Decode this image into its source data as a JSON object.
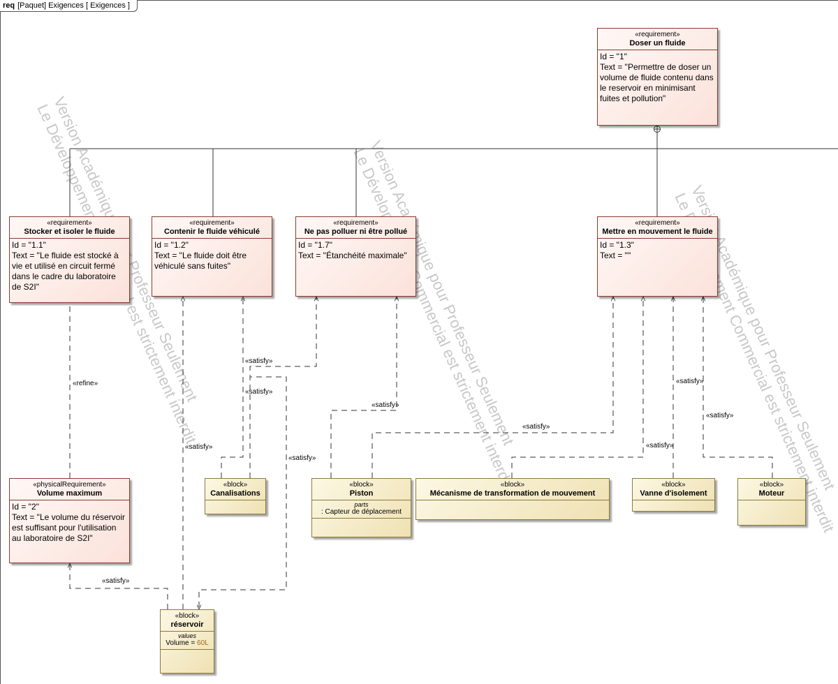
{
  "diagram": {
    "frame_type": "req",
    "frame_title": "[Paquet] Exigences [ Exigences ]",
    "watermark_line1": "Version Académique pour Professeur Seulement",
    "watermark_line2": "Le Développement Commercial est strictement interdit"
  },
  "requirements": [
    {
      "key": "r1",
      "stereotype": "«requirement»",
      "name": "Doser un fluide",
      "id_text": "Id = \"1\"",
      "text": "Text = \"Permettre de doser un volume de fluide contenu dans le reservoir en minimisant fuites et pollution\""
    },
    {
      "key": "r11",
      "stereotype": "«requirement»",
      "name": "Stocker et isoler le fluide",
      "id_text": "Id = \"1.1\"",
      "text": "Text = \"Le fluide est stocké à vie et utilisé en circuit fermé dans le cadre du laboratoire de S2I\""
    },
    {
      "key": "r12",
      "stereotype": "«requirement»",
      "name": "Contenir le fluide véhiculé",
      "id_text": "Id = \"1.2\"",
      "text": "Text = \"Le fluide doit être véhiculé sans fuites\""
    },
    {
      "key": "r17",
      "stereotype": "«requirement»",
      "name": "Ne pas polluer ni être pollué",
      "id_text": "Id = \"1.7\"",
      "text": "Text = \"Étanchéité maximale\""
    },
    {
      "key": "r13",
      "stereotype": "«requirement»",
      "name": "Mettre en mouvement le fluide",
      "id_text": "Id = \"1.3\"",
      "text": "Text = \"\""
    },
    {
      "key": "r2",
      "stereotype": "«physicalRequirement»",
      "name": "Volume maximum",
      "id_text": "Id = \"2\"",
      "text": "Text = \"Le volume du réservoir est suffisant pour l'utilisation au laboratoire de S2I\""
    }
  ],
  "blocks": [
    {
      "key": "canal",
      "stereotype": "«block»",
      "name": "Canalisations"
    },
    {
      "key": "piston",
      "stereotype": "«block»",
      "name": "Piston",
      "section_label": "parts",
      "section_item": ": Capteur de déplacement"
    },
    {
      "key": "meca",
      "stereotype": "«block»",
      "name": "Mécanisme de transformation de mouvement"
    },
    {
      "key": "vanne",
      "stereotype": "«block»",
      "name": "Vanne d'isolement"
    },
    {
      "key": "moteur",
      "stereotype": "«block»",
      "name": "Moteur"
    },
    {
      "key": "reservoir",
      "stereotype": "«block»",
      "name": "réservoir",
      "section_label": "values",
      "value_name": "Volume = ",
      "value": "60L"
    }
  ],
  "relations": [
    {
      "key": "refine1",
      "type": "refine",
      "label": "«refine»",
      "from": "Volume maximum",
      "to": "Stocker et isoler le fluide"
    },
    {
      "key": "sat_canal_r12",
      "type": "satisfy",
      "label": "«satisfy»",
      "from": "Canalisations",
      "to": "Contenir le fluide véhiculé"
    },
    {
      "key": "sat_canal_r17",
      "type": "satisfy",
      "label": "«satisfy»",
      "from": "Canalisations",
      "to": "Ne pas polluer ni être pollué"
    },
    {
      "key": "sat_res_r12",
      "type": "satisfy",
      "label": "«satisfy»",
      "from": "réservoir",
      "to": "Contenir le fluide véhiculé"
    },
    {
      "key": "sat_res_r17",
      "type": "satisfy",
      "label": "«satisfy»",
      "from": "réservoir",
      "to": "Ne pas polluer ni être pollué"
    },
    {
      "key": "sat_res_r2",
      "type": "satisfy",
      "label": "«satisfy»",
      "from": "réservoir",
      "to": "Volume maximum"
    },
    {
      "key": "sat_piston_r17",
      "type": "satisfy",
      "label": "«satisfy»",
      "from": "Piston",
      "to": "Ne pas polluer ni être pollué"
    },
    {
      "key": "sat_piston_r13",
      "type": "satisfy",
      "label": "«satisfy»",
      "from": "Piston",
      "to": "Mettre en mouvement le fluide"
    },
    {
      "key": "sat_meca_r13",
      "type": "satisfy",
      "label": "«satisfy»",
      "from": "Mécanisme de transformation de mouvement",
      "to": "Mettre en mouvement le fluide"
    },
    {
      "key": "sat_vanne_r13",
      "type": "satisfy",
      "label": "«satisfy»",
      "from": "Vanne d'isolement",
      "to": "Mettre en mouvement le fluide"
    },
    {
      "key": "sat_moteur_r13",
      "type": "satisfy",
      "label": "«satisfy»",
      "from": "Moteur",
      "to": "Mettre en mouvement le fluide"
    }
  ]
}
